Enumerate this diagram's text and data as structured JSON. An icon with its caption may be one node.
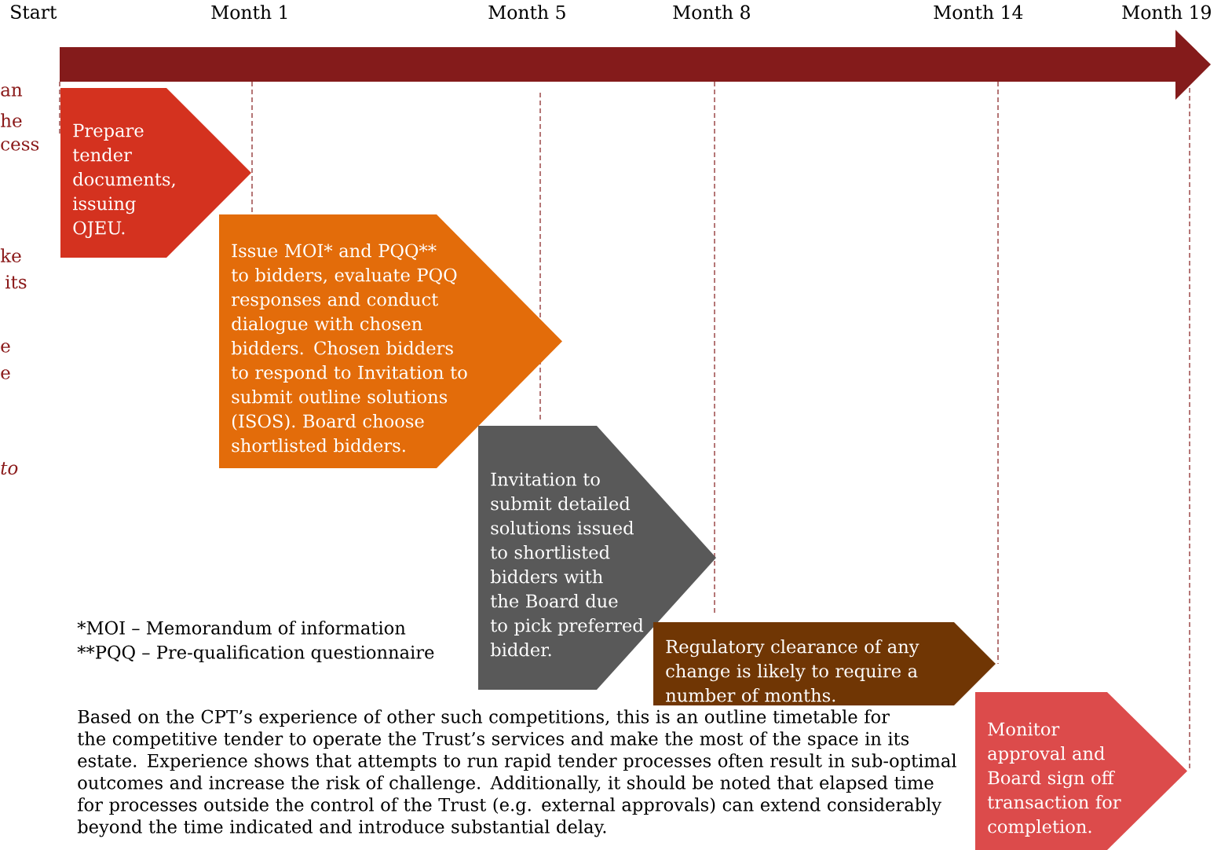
{
  "diagram": {
    "nodes": [
      {
        "text": [
          "Prepare tender documents, issuing OJEU."
        ]
      },
      {
        "text": [
          "Issue MOI* and PQQ** to bidders, evaluate PQQ responses and conduct dialogue with chosen bidders. Chosen bidders to respond to Invitation to submit outline solutions (ISOS). Board choose shortlisted bidders."
        ]
      },
      {
        "text": [
          "Invitation to submit detailed solutions issued to shortlisted bidders with the Board due to pick preferred bidder."
        ]
      },
      {
        "text": [
          "Regulatory clearance of any change is likely to require a number of months."
        ]
      },
      {
        "text": [
          "Monitor approval and Board sign off transaction for completion."
        ]
      }
    ],
    "labels": [
      "Start",
      "Month 1",
      "Month 5",
      "Month 8",
      "Month 14",
      "Month 19",
      "an",
      "he",
      "cess",
      "ke",
      "its",
      "e",
      "e",
      "to",
      "*MOI – Memorandum of information",
      "**PQQ – Pre-qualification questionnaire",
      "Based on the CPT’s experience of other such competitions, this is an outline timetable for the competitive tender to operate the Trust’s services and make the most of the space in its estate. Experience shows that attempts to run rapid tender processes often result in sub-optimal outcomes and increase the risk of challenge. Additionally, it should be noted that elapsed time for processes outside the control of the Trust (e.g. external approvals) can extend considerably beyond the time indicated and introduce substantial delay."
    ]
  }
}
